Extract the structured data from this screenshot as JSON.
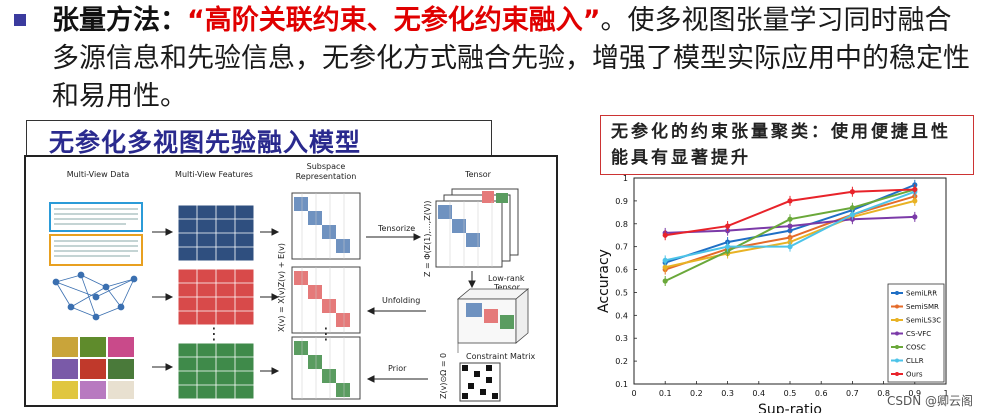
{
  "slide": {
    "heading_keyword": "张量方法：",
    "heading_quote": "“高阶关联约束、无参化约束融入”",
    "body_rest": "。使多视图张量学习同时融合多源信息和先验信息，无参化方式融合先验，增强了模型实际应用中的稳定性和易用性。",
    "box_title": "无参化多视图先验融入模型",
    "claim_text": "无参化的约束张量聚类：使用便捷且性能具有显著提升",
    "watermark": "CSDN @卿云阁"
  },
  "diagram": {
    "col_multiview_data": "Multi-View Data",
    "col_multiview_features": "Multi-View Features",
    "col_subspace": "Subspace",
    "col_representation": "Representation",
    "col_tensor": "Tensor",
    "label_tensorize": "Tensorize",
    "label_lowrank_1": "Low-rank",
    "label_lowrank_2": "Tensor",
    "label_unfolding": "Unfolding",
    "label_prior": "Prior",
    "label_constraint": "Constraint Matrix",
    "eq_left": "X(v) = X(v)Z(v) + E(v)",
    "eq_tensor": "Z = Φ(Z(1),...,Z(V))",
    "eq_prior": "Z(v)⊙Ω = 0",
    "dots": "⋮"
  },
  "colors": {
    "accent_red": "#e00000",
    "title_blue": "#2a2a8e",
    "bullet": "#3b3b9e"
  },
  "chart_data": {
    "type": "line",
    "xlabel": "Sup-ratio",
    "ylabel": "Accuracy",
    "x": [
      0.1,
      0.3,
      0.5,
      0.7,
      0.9
    ],
    "xticks": [
      "0",
      "0.1",
      "0.2",
      "0.3",
      "0.4",
      "0.5",
      "0.6",
      "0.7",
      "0.8",
      "0.9",
      "1"
    ],
    "yticks": [
      "0.1",
      "0.2",
      "0.3",
      "0.4",
      "0.5",
      "0.6",
      "0.7",
      "0.8",
      "0.9",
      "1"
    ],
    "xlim": [
      0,
      1
    ],
    "ylim": [
      0.1,
      1
    ],
    "legend_position": "bottom-right",
    "series": [
      {
        "name": "SemiLRR",
        "color": "#1f6fc5",
        "values": [
          0.63,
          0.72,
          0.77,
          0.86,
          0.97
        ]
      },
      {
        "name": "SemiSMR",
        "color": "#e46b2a",
        "values": [
          0.6,
          0.69,
          0.74,
          0.84,
          0.92
        ]
      },
      {
        "name": "SemiLS3C",
        "color": "#e8b224",
        "values": [
          0.61,
          0.67,
          0.72,
          0.83,
          0.9
        ]
      },
      {
        "name": "CS-VFC",
        "color": "#7b3aa8",
        "values": [
          0.76,
          0.77,
          0.79,
          0.82,
          0.83
        ]
      },
      {
        "name": "COSC",
        "color": "#6aa83a",
        "values": [
          0.55,
          0.68,
          0.82,
          0.87,
          0.95
        ]
      },
      {
        "name": "CLLR",
        "color": "#4cc3e8",
        "values": [
          0.64,
          0.7,
          0.7,
          0.84,
          0.94
        ]
      },
      {
        "name": "Ours",
        "color": "#e8232a",
        "values": [
          0.75,
          0.79,
          0.9,
          0.94,
          0.95
        ]
      }
    ]
  }
}
